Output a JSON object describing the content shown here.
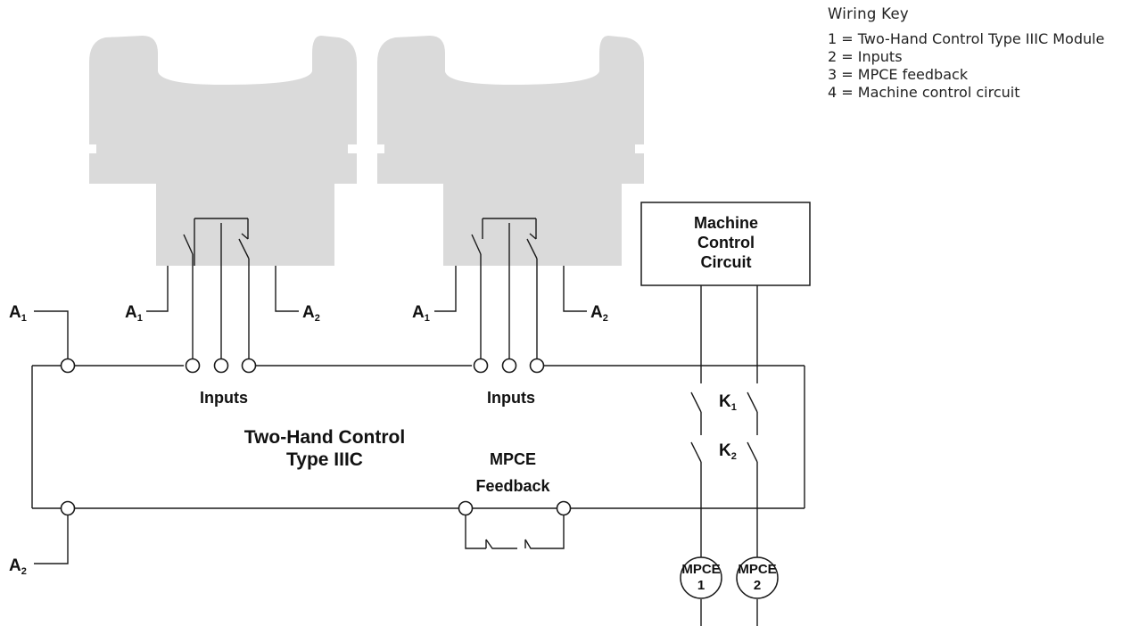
{
  "wiring_key": {
    "title": "Wiring Key",
    "items": [
      "1 = Two-Hand Control Type IIIC Module",
      "2 = Inputs",
      "3 = MPCE feedback",
      "4 = Machine control circuit"
    ]
  },
  "labels": {
    "a1": "A",
    "a2": "A",
    "sub1": "1",
    "sub2": "2",
    "inputs": "Inputs",
    "module_line1": "Two-Hand Control",
    "module_line2": "Type IIIC",
    "feedback_line1": "MPCE",
    "feedback_line2": "Feedback",
    "mcc_line1": "Machine",
    "mcc_line2": "Control",
    "mcc_line3": "Circuit",
    "k": "K",
    "mpce": "MPCE",
    "mpce1_num": "1",
    "mpce2_num": "2"
  },
  "colors": {
    "hand_button_fill": "#dadada",
    "line": "#1a1a1a"
  }
}
